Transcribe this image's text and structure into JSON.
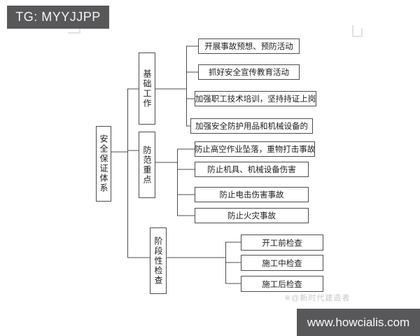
{
  "badge": {
    "text": "TG: MYYJJPP"
  },
  "diagram": {
    "root": {
      "label": "安全保证体系"
    },
    "branches": [
      {
        "label": "基础工作",
        "children": [
          "开展事故预想、预防活动",
          "抓好安全宣传教育活动",
          "加强职工技术培训，坚持持证上岗",
          "加强安全防护用品和机械设备的"
        ]
      },
      {
        "label": "防范重点",
        "children": [
          "防止高空作业坠落，重物打击事故",
          "防止机具、机械设备伤害",
          "防止电击伤害事故",
          "防止火灾事故"
        ]
      },
      {
        "label": "阶段性检查",
        "children": [
          "开工前检查",
          "施工中检查",
          "施工后检查"
        ]
      }
    ]
  },
  "watermarks": {
    "faint_text": "※@新时代建造者",
    "url": "www.howcialis.com"
  },
  "colors": {
    "badge_bg": "#58585a",
    "line": "#4d4d4d",
    "watermark_text": "#c8c8c8"
  }
}
